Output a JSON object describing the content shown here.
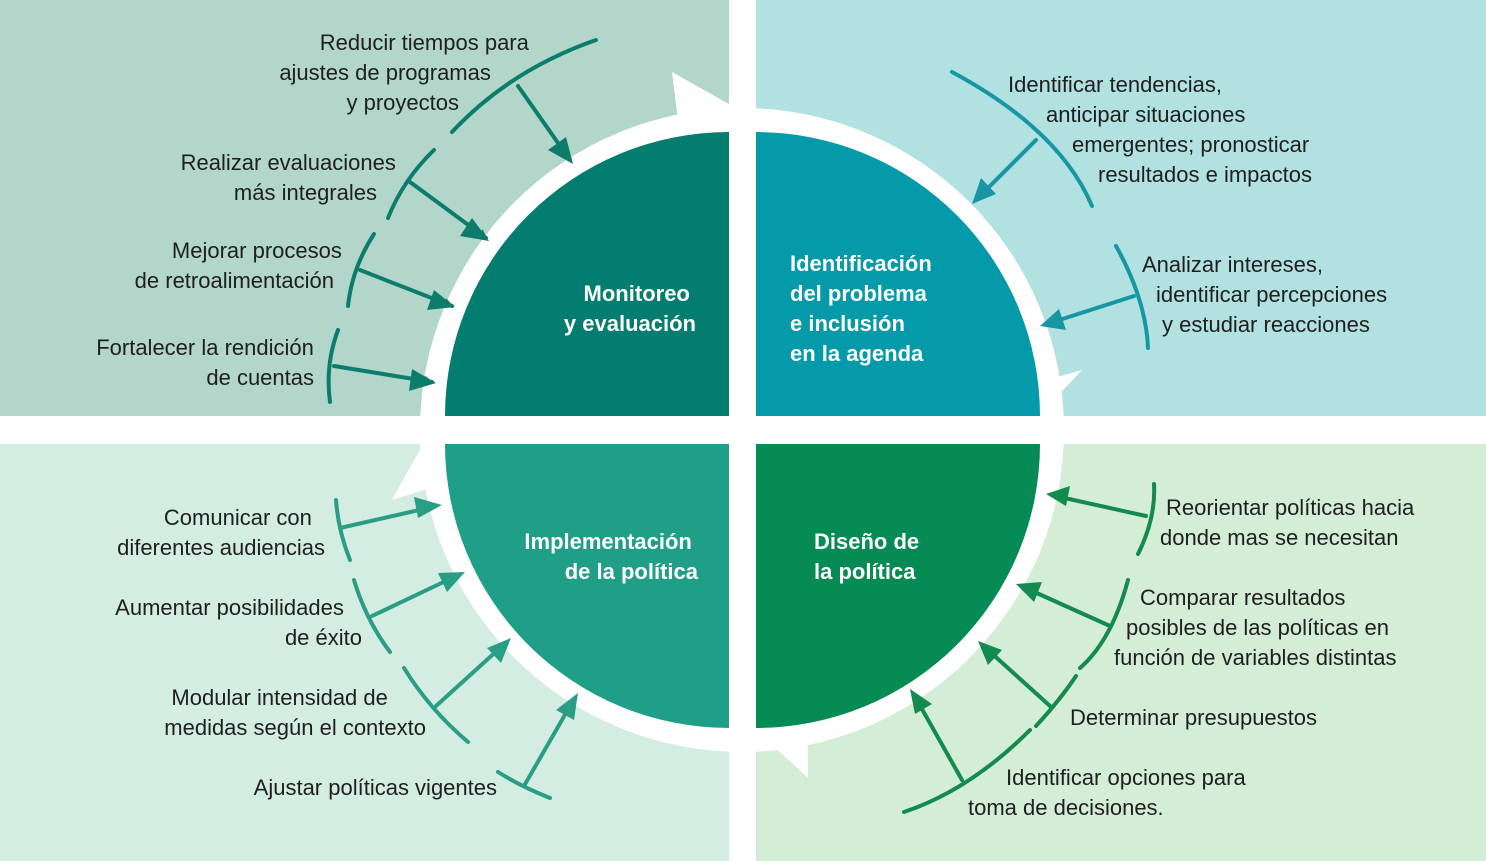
{
  "colors": {
    "bg_top_left": "#b2d6c9",
    "bg_top_right": "#b1e1e0",
    "bg_bottom_left": "#d3ede2",
    "bg_bottom_right": "#d3edd7",
    "wedge_monitoreo": "#037d6f",
    "wedge_identificacion": "#049aa9",
    "wedge_diseno": "#068b55",
    "wedge_implementacion": "#1f9f88",
    "branch_monitoreo": "#0c7d6b",
    "branch_identificacion": "#1796a4",
    "branch_diseno": "#138a4e",
    "branch_implementacion": "#2a9e85",
    "text": "#1f1f1f",
    "ring": "#ffffff"
  },
  "stages": {
    "monitoreo": {
      "lines": [
        "Monitoreo",
        "y evaluación"
      ]
    },
    "identificacion": {
      "lines": [
        "Identificación",
        "del problema",
        "e inclusión",
        "en la agenda"
      ]
    },
    "diseno": {
      "lines": [
        "Diseño de",
        "la política"
      ]
    },
    "implementacion": {
      "lines": [
        "Implementación",
        "de la política"
      ]
    }
  },
  "actions": {
    "monitoreo": [
      {
        "lines": [
          "Reducir tiempos para",
          "ajustes de programas",
          "y proyectos"
        ]
      },
      {
        "lines": [
          "Realizar evaluaciones",
          "más integrales"
        ]
      },
      {
        "lines": [
          "Mejorar procesos",
          "de retroalimentación"
        ]
      },
      {
        "lines": [
          "Fortalecer la rendición",
          "de cuentas"
        ]
      }
    ],
    "identificacion": [
      {
        "lines": [
          "Identificar tendencias,",
          "anticipar situaciones",
          "emergentes; pronosticar",
          "resultados e impactos"
        ]
      },
      {
        "lines": [
          "Analizar intereses,",
          "identificar percepciones",
          "y estudiar reacciones"
        ]
      }
    ],
    "diseno": [
      {
        "lines": [
          "Reorientar políticas hacia",
          "donde mas se necesitan"
        ]
      },
      {
        "lines": [
          "Comparar resultados",
          "posibles de las políticas en",
          "función de variables distintas"
        ]
      },
      {
        "lines": [
          "Determinar presupuestos"
        ]
      },
      {
        "lines": [
          "Identificar opciones para",
          "toma de decisiones."
        ]
      }
    ],
    "implementacion": [
      {
        "lines": [
          "Comunicar con",
          "diferentes audiencias"
        ]
      },
      {
        "lines": [
          "Aumentar posibilidades",
          "de éxito"
        ]
      },
      {
        "lines": [
          "Modular intensidad de",
          "medidas según el contexto"
        ]
      },
      {
        "lines": [
          "Ajustar políticas vigentes"
        ]
      }
    ]
  }
}
